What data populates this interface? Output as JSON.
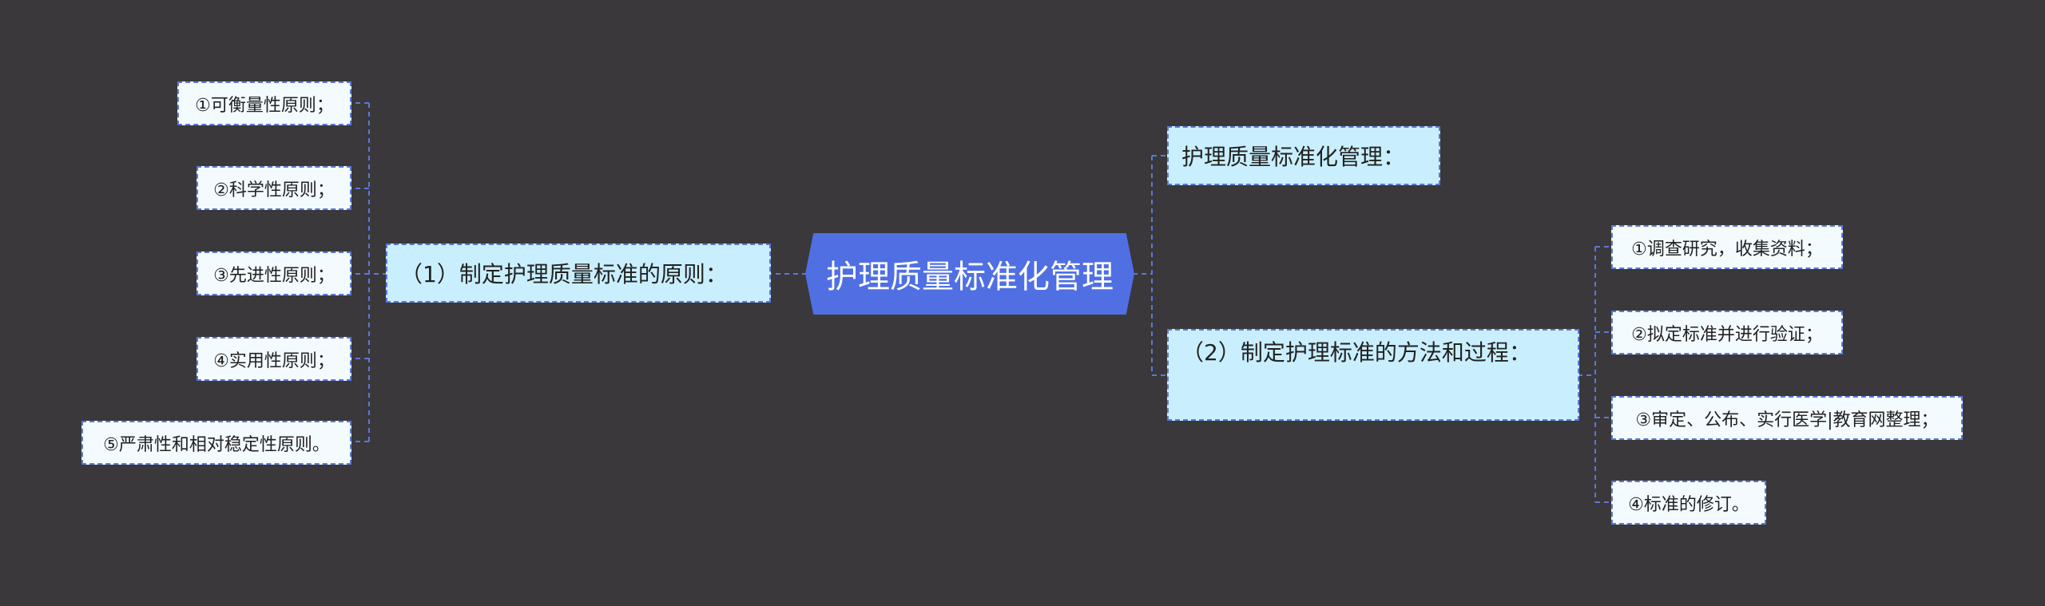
{
  "root": {
    "label": "护理质量标准化管理"
  },
  "left_branch": {
    "label": "（1）制定护理质量标准的原则：",
    "children": [
      "①可衡量性原则；",
      "②科学性原则；",
      "③先进性原则；",
      "④实用性原则；",
      "⑤严肃性和相对稳定性原则。"
    ]
  },
  "right_branches": [
    {
      "label": "护理质量标准化管理：",
      "children": []
    },
    {
      "label": "（2）制定护理标准的方法和过程：",
      "children": [
        "①调查研究，收集资料；",
        "②拟定标准并进行验证；",
        "③审定、公布、实行医学|教育网整理；",
        "④标准的修订。"
      ]
    }
  ],
  "colors": {
    "background": "#3a383b",
    "root_fill": "#4f6fe3",
    "branch_fill": "#c9efff",
    "leaf_fill": "#f3fbff",
    "connector": "#5a78d8"
  }
}
